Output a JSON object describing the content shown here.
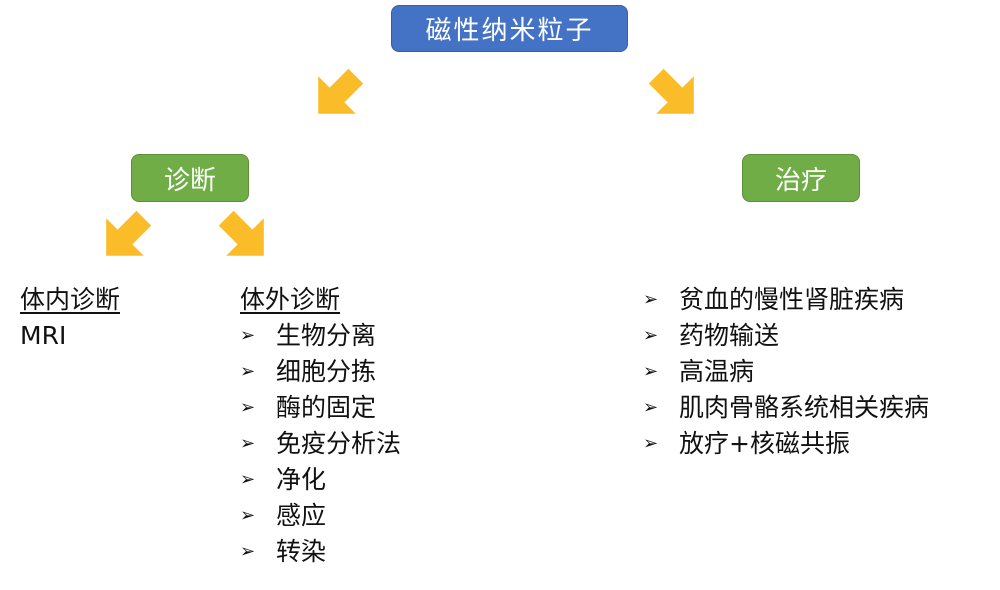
{
  "root": "磁性纳米粒子",
  "diagnosis": "诊断",
  "treatment": "治疗",
  "in_vivo": {
    "title": "体内诊断",
    "items": [
      "MRI"
    ]
  },
  "in_vitro": {
    "title": "体外诊断",
    "items": [
      "生物分离",
      "细胞分拣",
      "酶的固定",
      "免疫分析法",
      "净化",
      "感应",
      "转染"
    ]
  },
  "treatment_items": [
    "贫血的慢性肾脏疾病",
    "药物输送",
    "高温病",
    "肌肉骨骼系统相关疾病",
    "放疗+核磁共振"
  ],
  "bullet": "➢",
  "colors": {
    "root": "#4472c4",
    "node": "#70ad47",
    "arrow": "#fbbc2a"
  }
}
